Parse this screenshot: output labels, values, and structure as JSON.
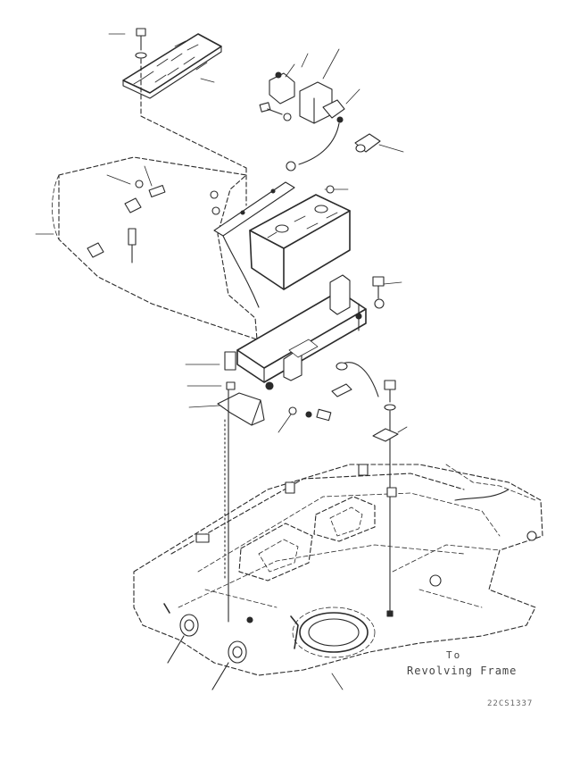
{
  "caption": {
    "line1": "To",
    "line2": "Revolving Frame"
  },
  "drawing_code": "22CS1337"
}
